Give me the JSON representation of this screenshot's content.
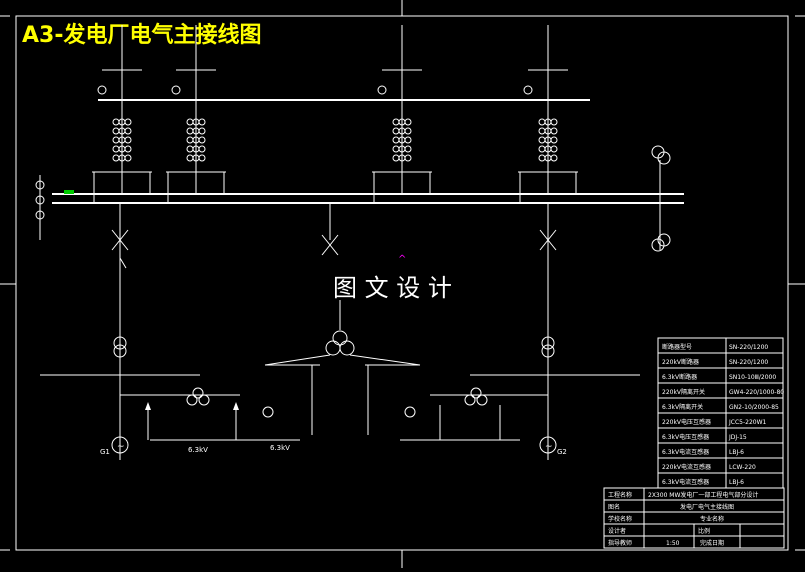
{
  "title": "A3-发电厂电气主接线图",
  "watermark": "图 文 设 计",
  "labels": {
    "g1": "G1",
    "g2": "G2",
    "bus_left": "6.3kV",
    "bus_right": "6.3kV"
  },
  "equipment_table": {
    "rows": [
      {
        "name": "断路器型号",
        "value": "SN-220/1200"
      },
      {
        "name": "220kV断路器",
        "value": "SN-220/1200"
      },
      {
        "name": "6.3kV断路器",
        "value": "SN10-10Ⅲ/2000"
      },
      {
        "name": "220kV隔离开关",
        "value": "GW4-220/1000-80"
      },
      {
        "name": "6.3kV隔离开关",
        "value": "GN2-10/2000-85"
      },
      {
        "name": "220kV电压互感器",
        "value": "JCC5-220W1"
      },
      {
        "name": "6.3kV电压互感器",
        "value": "JDJ-15"
      },
      {
        "name": "6.3kV电流互感器",
        "value": "LBJ-6"
      },
      {
        "name": "220kV电流互感器",
        "value": "LCW-220"
      },
      {
        "name": "6.3kV电流互感器",
        "value": "LBJ-6"
      }
    ]
  },
  "title_block": {
    "row1_label": "工程名称",
    "row1_value": "2X300 MW发电厂一部工程电气部分设计",
    "row2_label": "图名",
    "row2_value": "发电厂电气主接线图",
    "row3_label": "学校名称",
    "row3_value": "专业名称",
    "row4_label": "设计者",
    "row4_value": "比例",
    "row5_label": "指导教师",
    "row5_value": "1:50",
    "row5_extra": "完成日期"
  },
  "colors": {
    "background": "#000000",
    "lines": "#ffffff",
    "title": "#ffff00",
    "accent": "#ff00ff",
    "green": "#00cc00"
  }
}
